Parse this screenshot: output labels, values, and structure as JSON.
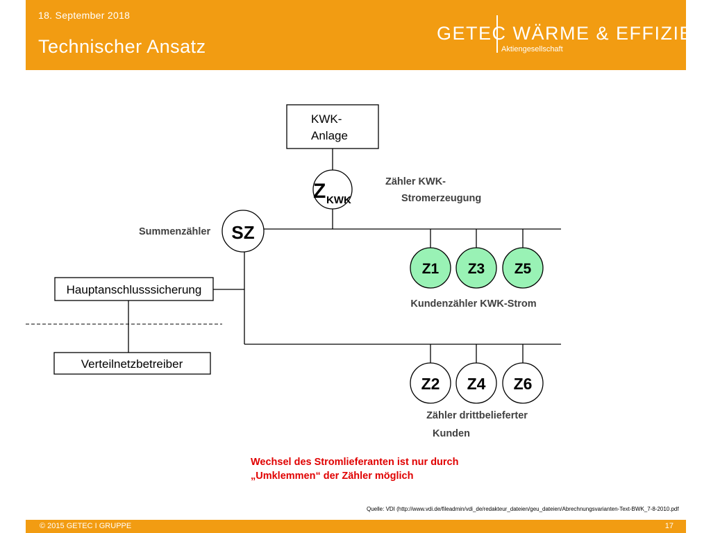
{
  "header": {
    "date": "18. September 2018",
    "title": "Technischer Ansatz",
    "logo_main": "GETEC WÄRME & EFFIZIENZ",
    "logo_sub": "Aktiengesellschaft"
  },
  "diagram": {
    "kwk_box_line1": "KWK-",
    "kwk_box_line2": "Anlage",
    "zkwk_main": "Z",
    "zkwk_sub": "KWK",
    "zkwk_annotation_line1": "Zähler KWK-",
    "zkwk_annotation_line2": "Stromerzeugung",
    "sz_label": "SZ",
    "sz_annotation": "Summenzähler",
    "main_fuse": "Hauptanschlusssicherung",
    "network_operator": "Verteilnetzbetreiber",
    "customer_meters": [
      "Z1",
      "Z3",
      "Z5"
    ],
    "customer_meters_annotation": "Kundenzähler KWK-Strom",
    "third_party_meters": [
      "Z2",
      "Z4",
      "Z6"
    ],
    "third_party_annotation_line1": "Zähler drittbelieferter",
    "third_party_annotation_line2": "Kunden"
  },
  "note": {
    "line1": "Wechsel des Stromlieferanten ist nur durch",
    "line2": "„Umklemmen“ der Zähler möglich"
  },
  "source": "Quelle: VDI (http://www.vdi.de/fileadmin/vdi_de/redakteur_dateien/geu_dateien/Abrechnungsvarianten-Text-BWK_7-8-2010.pdf",
  "footer": {
    "copyright": "© 2015 GETEC I GRUPPE",
    "page": "17"
  },
  "colors": {
    "orange": "#f29c12",
    "customer_meter_fill": "#99f2b5",
    "note_red": "#e00000"
  }
}
